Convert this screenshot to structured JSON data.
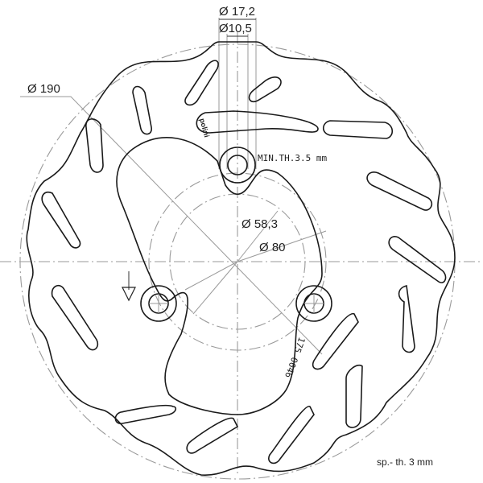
{
  "drawing": {
    "subject": "brake disc technical drawing",
    "dimensions": {
      "outer_diameter": "Ø 190",
      "center_bore": "Ø 58,3",
      "bolt_circle": "Ø 80",
      "bolt_hole_outer": "Ø 17,2",
      "bolt_hole_inner": "Ø10,5"
    },
    "annotations": {
      "min_thickness": "MIN.TH.3.5 mm",
      "part_number": "175 0046",
      "brand_stamp": "polini",
      "thickness": "sp.- th. 3 mm"
    },
    "symbols": {
      "rotation_arrow": "direction-arrow-icon",
      "diameter": "Ø"
    },
    "colors": {
      "outline": "#1a1a1a",
      "centerline": "#9a9a9a",
      "background": "#ffffff"
    }
  }
}
